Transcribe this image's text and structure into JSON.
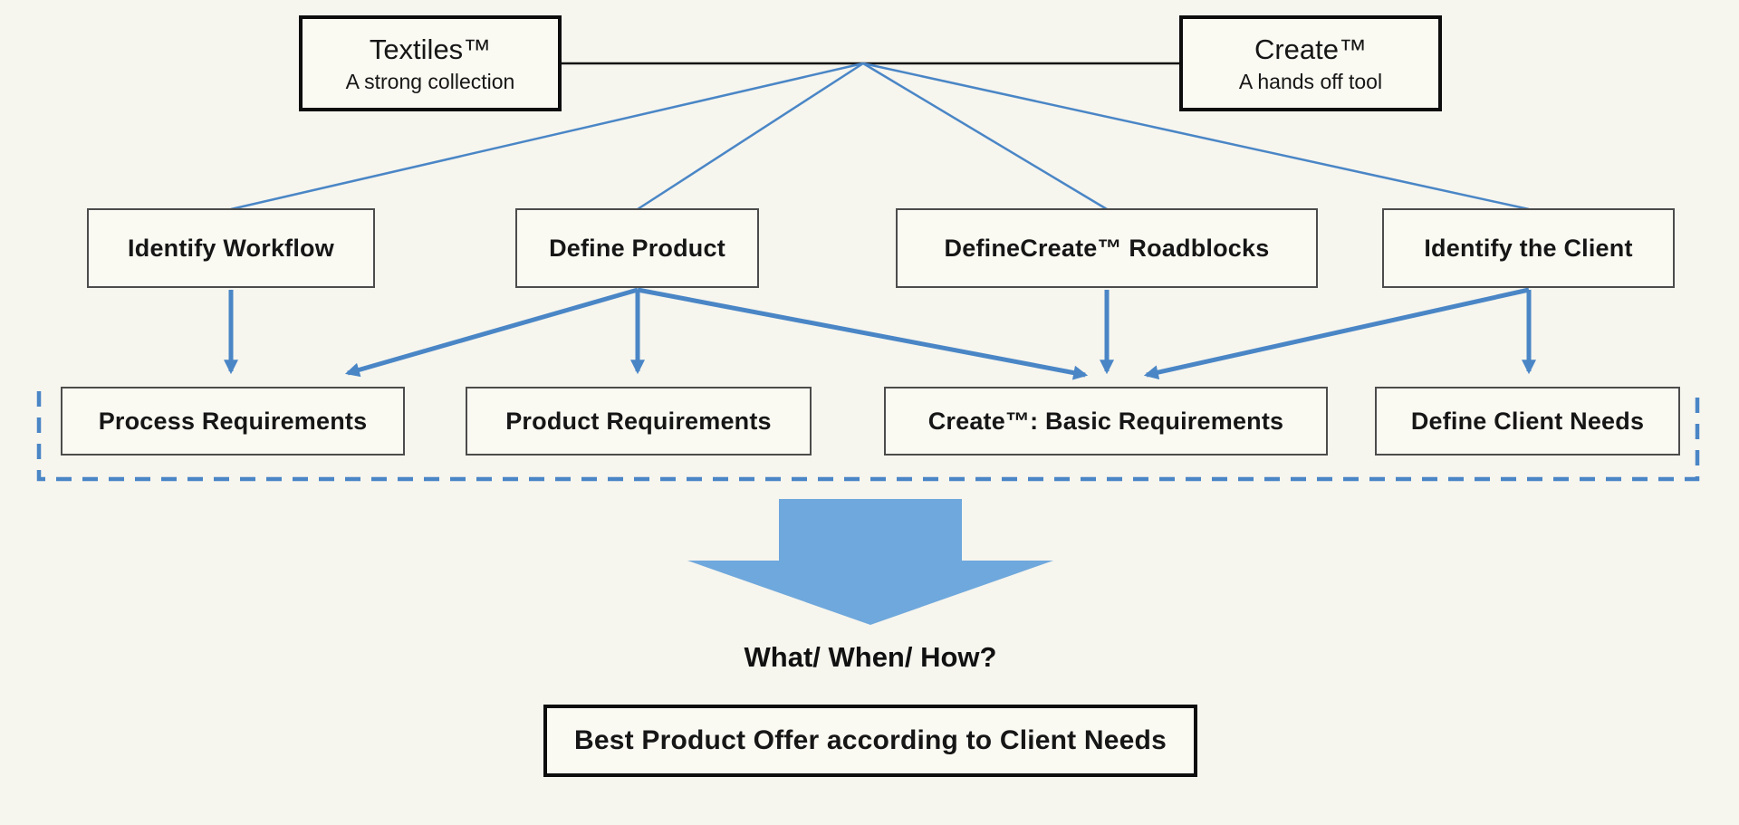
{
  "diagram": {
    "top": {
      "textiles": {
        "title": "Textiles™",
        "subtitle": "A strong collection"
      },
      "create": {
        "title": "Create™",
        "subtitle": "A hands off tool"
      }
    },
    "row2": [
      {
        "label": "Identify Workflow"
      },
      {
        "label": "Define Product"
      },
      {
        "label": "DefineCreate™  Roadblocks"
      },
      {
        "label": "Identify the Client"
      }
    ],
    "row3": [
      {
        "label": "Process Requirements"
      },
      {
        "label": "Product Requirements"
      },
      {
        "label": "Create™: Basic Requirements"
      },
      {
        "label": "Define Client Needs"
      }
    ],
    "question": "What/ When/ How?",
    "result": "Best Product Offer according to Client Needs",
    "colors": {
      "line_blue": "#4a86c6",
      "big_arrow_blue": "#6fa8dc",
      "background": "#f6f5ee",
      "border_black": "#0d0d0d"
    }
  }
}
